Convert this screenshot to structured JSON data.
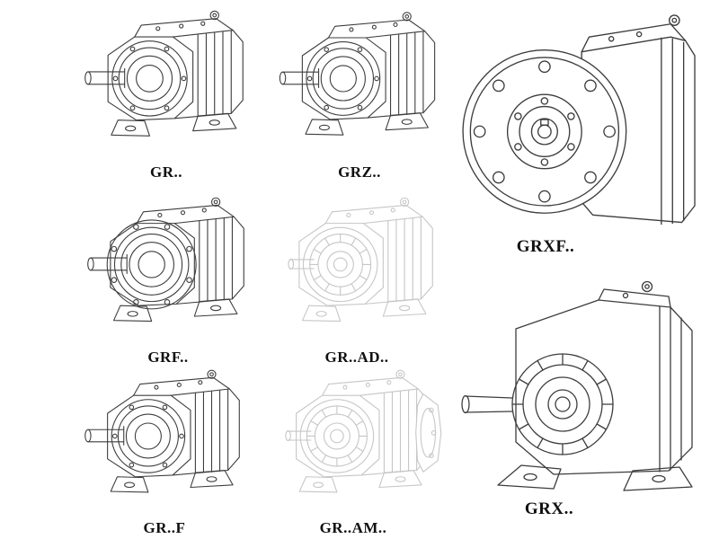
{
  "page": {
    "background": "#ffffff",
    "description": "Catalog sheet of helical gear reducer series technical line drawings"
  },
  "colors": {
    "line": "#3d3d3d",
    "ghost_line": "#c6c6c6",
    "label": "#101010",
    "background": "#ffffff"
  },
  "figures": [
    {
      "id": "gr",
      "label": "GR..",
      "ghost": false,
      "drawing": "foot-mounted helical gear reducer, input shaft left"
    },
    {
      "id": "grz",
      "label": "GRZ..",
      "ghost": false,
      "drawing": "foot-mounted helical gear reducer, input shaft left"
    },
    {
      "id": "grxf",
      "label": "GRXF..",
      "ghost": false,
      "drawing": "large output-flange helical gear reducer, flange facing viewer"
    },
    {
      "id": "grf",
      "label": "GRF..",
      "ghost": false,
      "drawing": "flange-mounted helical gear reducer, input shaft left"
    },
    {
      "id": "gr-ad",
      "label": "GR..AD..",
      "ghost": true,
      "drawing": "gear reducer with input adapter, light ghost linework"
    },
    {
      "id": "grx",
      "label": "GRX..",
      "ghost": false,
      "drawing": "large foot-mounted helical gear reducer, input shaft left"
    },
    {
      "id": "gr-f",
      "label": "GR..F",
      "ghost": false,
      "drawing": "foot-mounted helical gear reducer, input shaft left"
    },
    {
      "id": "gr-am",
      "label": "GR..AM..",
      "ghost": true,
      "drawing": "gear reducer with motor adapter flange at rear, light ghost linework"
    }
  ]
}
